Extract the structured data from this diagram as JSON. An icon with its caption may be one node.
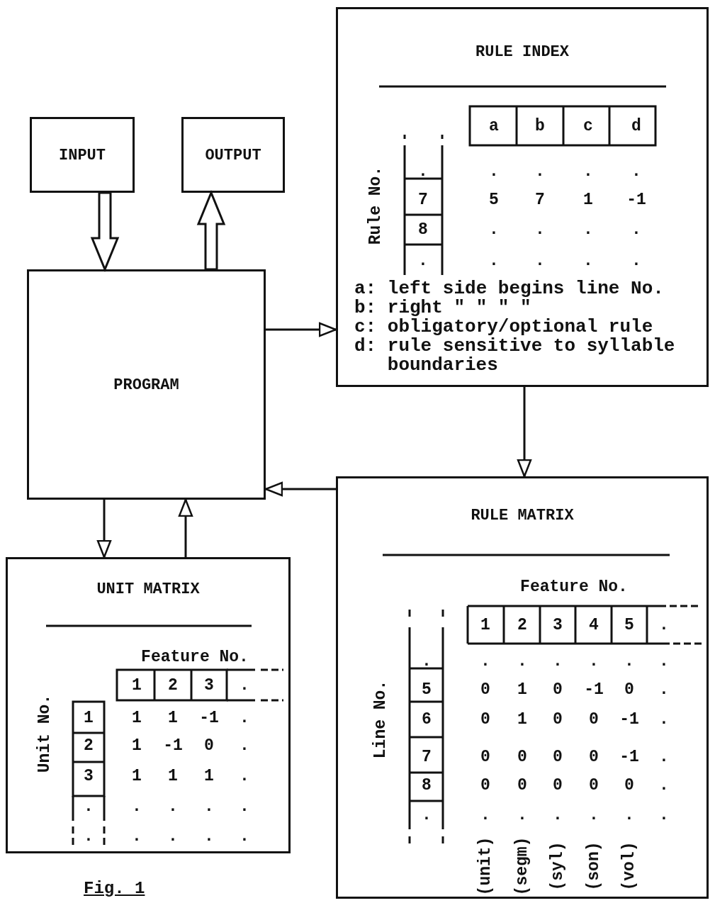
{
  "diagram": {
    "caption": "Fig. 1",
    "nodes": [
      {
        "text": [
          "INPUT"
        ]
      },
      {
        "text": [
          "OUTPUT"
        ]
      },
      {
        "text": [
          "PROGRAM"
        ]
      },
      {
        "text": [
          "RULE INDEX"
        ]
      },
      {
        "text": [
          "RULE MATRIX"
        ]
      },
      {
        "text": [
          "UNIT MATRIX"
        ]
      }
    ],
    "edges": [
      {
        "from": 0,
        "to": 2,
        "arrow": "to",
        "style": "thick"
      },
      {
        "from": 2,
        "to": 1,
        "arrow": "to",
        "style": "thick"
      },
      {
        "from": 2,
        "to": 3,
        "arrow": "to"
      },
      {
        "from": 3,
        "to": 4,
        "arrow": "to"
      },
      {
        "from": 4,
        "to": 2,
        "arrow": "to"
      },
      {
        "from": 2,
        "to": 5,
        "arrow": "to"
      },
      {
        "from": 5,
        "to": 2,
        "arrow": "to"
      }
    ],
    "labels": [
      "Rule No.",
      "a",
      "b",
      "c",
      "d",
      ".",
      ".",
      ".",
      ".",
      ".",
      "7",
      "5",
      "7",
      "1",
      "-1",
      "8",
      ".",
      ".",
      ".",
      ".",
      ".",
      ".",
      ".",
      ".",
      ".",
      "a: left side begins line No.",
      "b: right \" \" \" \"",
      "c: obligatory/optional rule",
      "d: rule sensitive to syllable boundaries",
      "Feature No.",
      "1",
      "2",
      "3",
      "4",
      "5",
      ".",
      "Line No.",
      ".",
      ".",
      ".",
      ".",
      ".",
      ".",
      ".",
      "5",
      "0",
      "1",
      "0",
      "-1",
      "0",
      ".",
      "6",
      "0",
      "1",
      "0",
      "0",
      "-1",
      ".",
      "7",
      "0",
      "0",
      "0",
      "0",
      "-1",
      ".",
      "8",
      "0",
      "0",
      "0",
      "0",
      "0",
      ".",
      ".",
      ".",
      ".",
      ".",
      ".",
      ".",
      ".",
      "(unit)",
      "(segm)",
      "(syl)",
      "(son)",
      "(vol)",
      "Feature No.",
      "1",
      "2",
      "3",
      ".",
      "Unit No.",
      "1",
      "1",
      "1",
      "-1",
      ".",
      "2",
      "1",
      "-1",
      "0",
      ".",
      "3",
      "1",
      "1",
      "1",
      ".",
      ".",
      ".",
      ".",
      ".",
      ".",
      ".",
      ".",
      ".",
      ".",
      "."
    ]
  }
}
